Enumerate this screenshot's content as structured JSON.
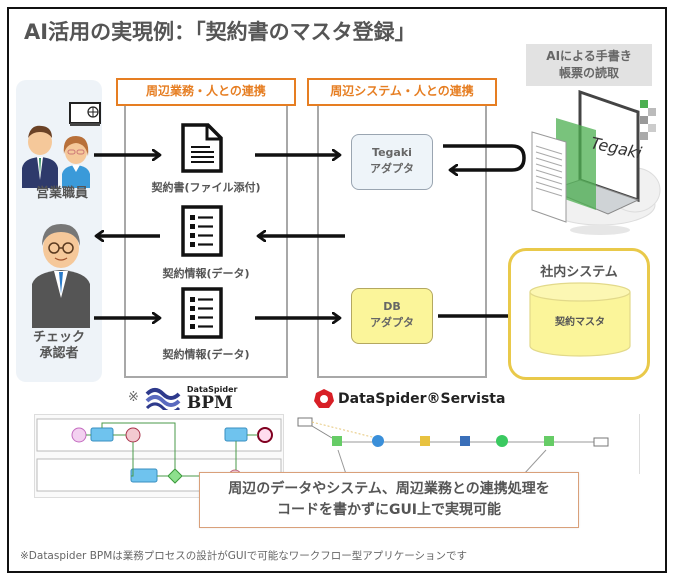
{
  "title": "AI活用の実現例：「契約書のマスタ登録」",
  "ai_label": {
    "line1": "AIによる手書き",
    "line2": "帳票の読取"
  },
  "columns": [
    {
      "header": "周辺業務・人との連携"
    },
    {
      "header": "周辺システム・人との連携"
    }
  ],
  "people": [
    {
      "label": "営業職員"
    },
    {
      "label_line1": "チェック",
      "label_line2": "承認者"
    }
  ],
  "documents": [
    {
      "label": "契約書(ファイル添付)",
      "icon": "document-icon"
    },
    {
      "label": "契約情報(データ)",
      "icon": "list-document-icon"
    },
    {
      "label": "契約情報(データ)",
      "icon": "list-document-icon"
    }
  ],
  "adapters": {
    "tegaki": {
      "line1": "Tegaki",
      "line2": "アダプタ"
    },
    "db": {
      "line1": "DB",
      "line2": "アダプタ"
    }
  },
  "tegaki_graphic_text": "Tegaki",
  "internal_system": {
    "title": "社内システム",
    "db_label": "契約マスタ"
  },
  "logos": {
    "bpm_prefix": "※",
    "bpm_small": "DataSpider",
    "bpm_big": "BPM",
    "servista": "DataSpider®Servista"
  },
  "callout": {
    "line1": "周辺のデータやシステム、周辺業務との連携処理を",
    "line2": "コードを書かずにGUI上で実現可能"
  },
  "footnote": "※Dataspider BPMは業務プロセスの設計がGUIで可能なワークフロー型アプリケーションです",
  "colors": {
    "orange": "#e67e22",
    "yellow_db": "#fbf59a",
    "yellow_border": "#e9c94a",
    "panel_bg": "#eef3f8",
    "green": "#5cb85c"
  }
}
